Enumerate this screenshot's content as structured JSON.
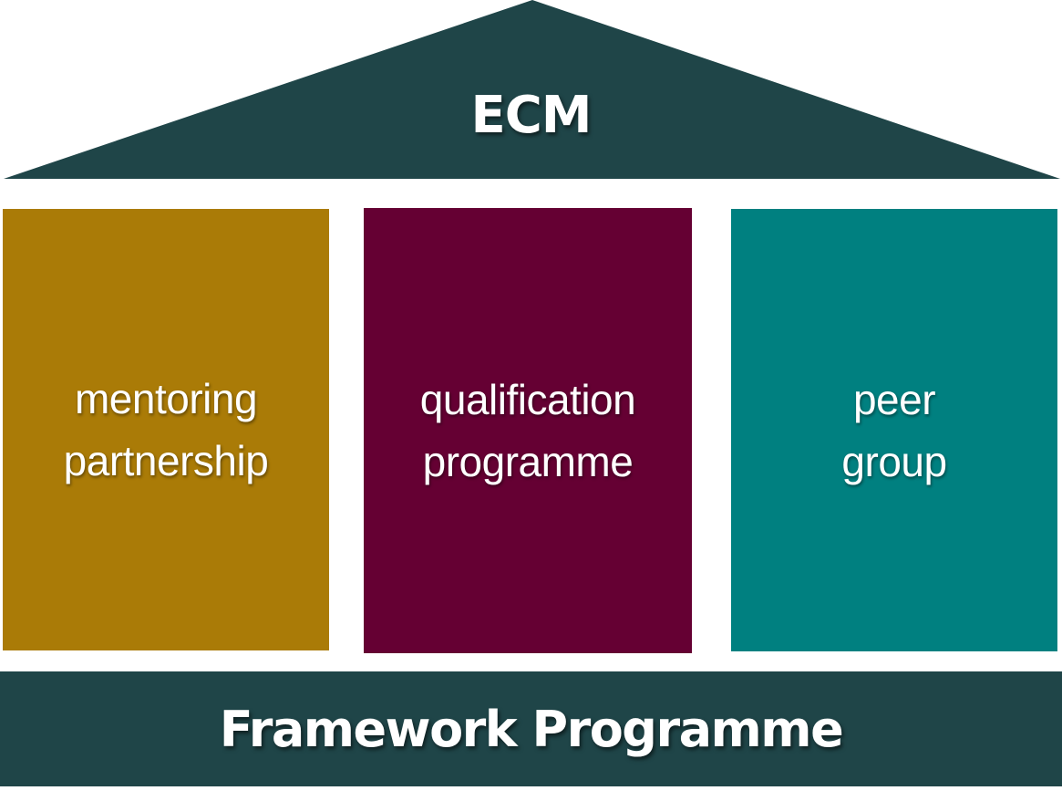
{
  "colors": {
    "roof": "#1f4548",
    "base": "#1f4548",
    "pillar_mentoring": "#aa7b07",
    "pillar_qualification": "#650033",
    "pillar_peer": "#008080",
    "text": "#ffffff"
  },
  "roof": {
    "title": "ECM"
  },
  "pillars": [
    {
      "line1": "mentoring",
      "line2": "partnership"
    },
    {
      "line1": "qualification",
      "line2": "programme"
    },
    {
      "line1": "peer",
      "line2": "group"
    }
  ],
  "base": {
    "title": "Framework Programme"
  }
}
